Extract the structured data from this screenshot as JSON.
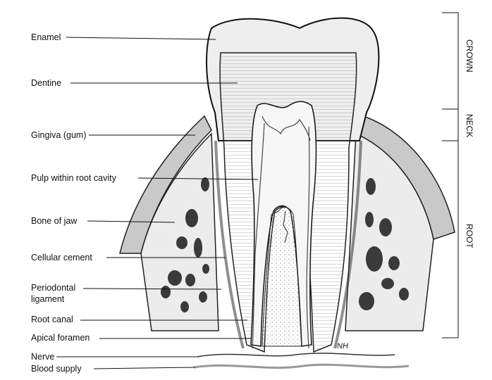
{
  "labels": {
    "enamel": "Enamel",
    "dentine": "Dentine",
    "gingiva": "Gingiva (gum)",
    "pulp": "Pulp within root cavity",
    "bone": "Bone of jaw",
    "cement": "Cellular cement",
    "periodontal_1": "Periodontal",
    "periodontal_2": "ligament",
    "root_canal": "Root canal",
    "apical": "Apical foramen",
    "nerve": "Nerve",
    "blood": "Blood supply"
  },
  "regions": {
    "crown": "CROWN",
    "neck": "NECK",
    "root": "ROOT"
  },
  "signature": "NH"
}
